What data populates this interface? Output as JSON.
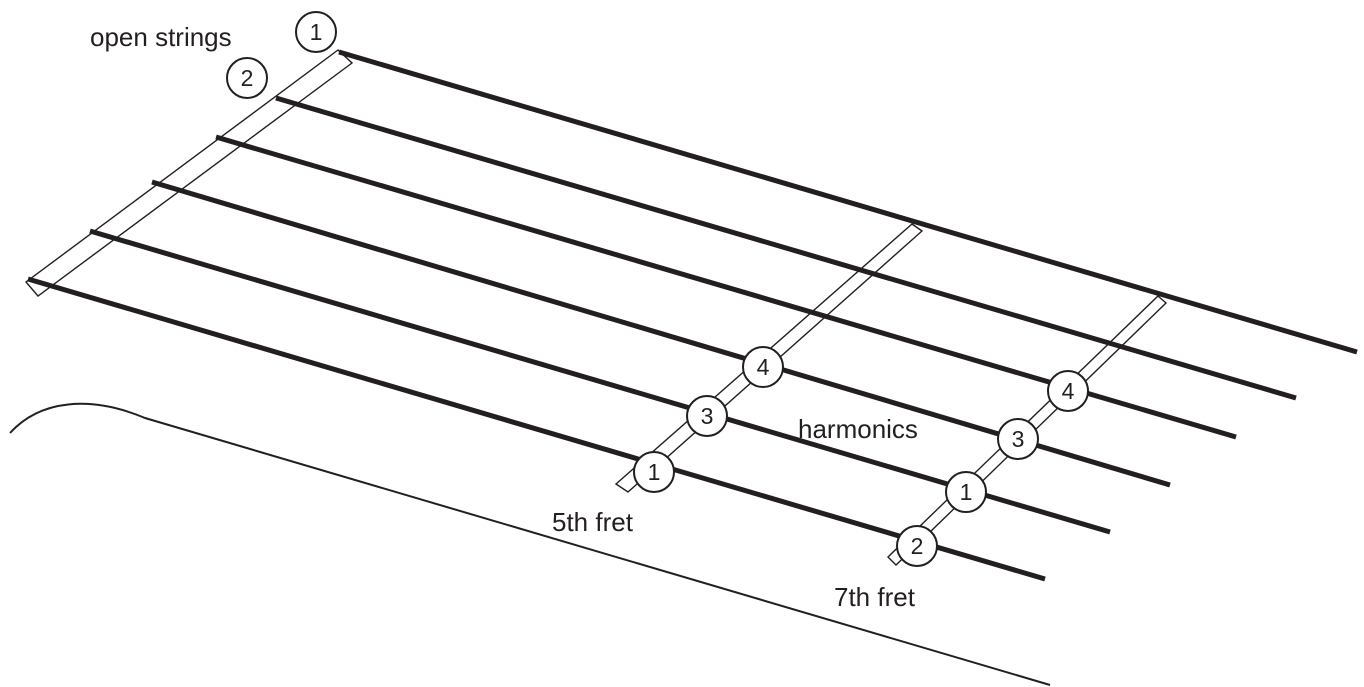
{
  "labels": {
    "open_strings": "open strings",
    "harmonics": "harmonics",
    "fret5": "5th fret",
    "fret7": "7th fret"
  },
  "markers": {
    "open": [
      "1",
      "2"
    ],
    "fret5": [
      "4",
      "3",
      "1"
    ],
    "fret7": [
      "4",
      "3",
      "1",
      "2"
    ]
  },
  "colors": {
    "ink": "#231f20",
    "background": "#ffffff"
  }
}
